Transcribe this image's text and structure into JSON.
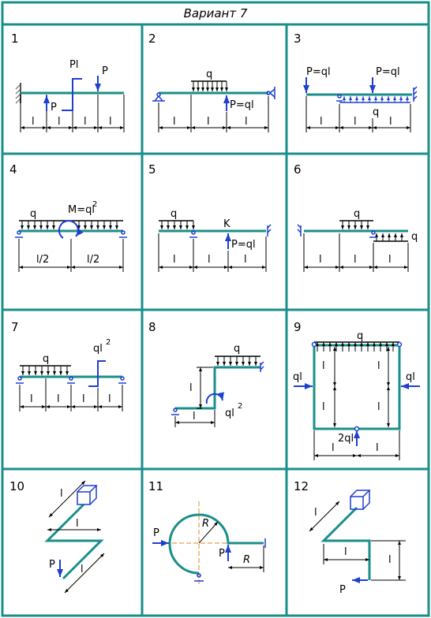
{
  "title": "Вариант  7",
  "colors": {
    "frame": "#1a8f8a",
    "beam": "#1a8f8a",
    "load": "#1f3fd0",
    "dim": "#000000",
    "axis": "#e08a20"
  },
  "panels": [
    {
      "number": "1",
      "labels": {
        "pl": "Pl",
        "p_top": "P",
        "p_mid": "P",
        "l": "l"
      }
    },
    {
      "number": "2",
      "labels": {
        "q": "q",
        "p": "P=ql",
        "l": "l"
      }
    },
    {
      "number": "3",
      "labels": {
        "p_left": "P=ql",
        "p_right": "P=ql",
        "q": "q",
        "l": "l"
      }
    },
    {
      "number": "4",
      "labels": {
        "q": "q",
        "m": "M=ql",
        "m_exp": "2",
        "half": "l/2"
      }
    },
    {
      "number": "5",
      "labels": {
        "q": "q",
        "k": "K",
        "p": "P=ql",
        "l": "l"
      }
    },
    {
      "number": "6",
      "labels": {
        "q_top": "q",
        "q_right": "q",
        "l": "l"
      }
    },
    {
      "number": "7",
      "labels": {
        "q": "q",
        "m": "ql",
        "m_exp": "2",
        "l": "l"
      }
    },
    {
      "number": "8",
      "labels": {
        "q": "q",
        "m": "ql",
        "m_exp": "2",
        "l": "l"
      }
    },
    {
      "number": "9",
      "labels": {
        "q": "q",
        "ql_left": "ql",
        "ql_right": "ql",
        "bottom": "2ql",
        "l": "l"
      }
    },
    {
      "number": "10",
      "labels": {
        "p": "P",
        "l": "l"
      }
    },
    {
      "number": "11",
      "labels": {
        "p_left": "P",
        "p_right": "P",
        "r": "R"
      }
    },
    {
      "number": "12",
      "labels": {
        "p": "P",
        "l": "l"
      }
    }
  ]
}
